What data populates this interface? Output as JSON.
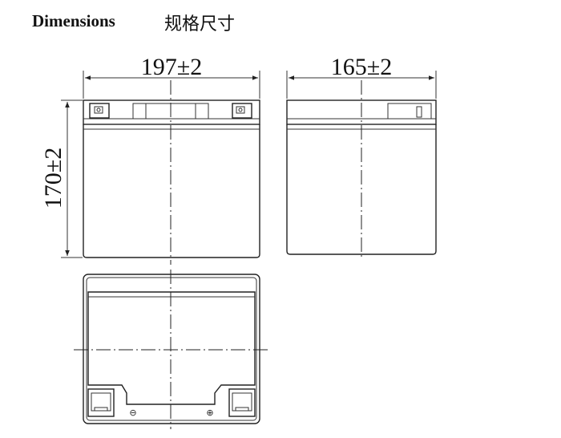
{
  "header": {
    "title_en": "Dimensions",
    "title_zh": "规格尺寸"
  },
  "dimensions": {
    "length": "197±2",
    "width": "165±2",
    "height": "170±2"
  },
  "terminals": {
    "negative_symbol": "⊖",
    "positive_symbol": "⊕"
  }
}
